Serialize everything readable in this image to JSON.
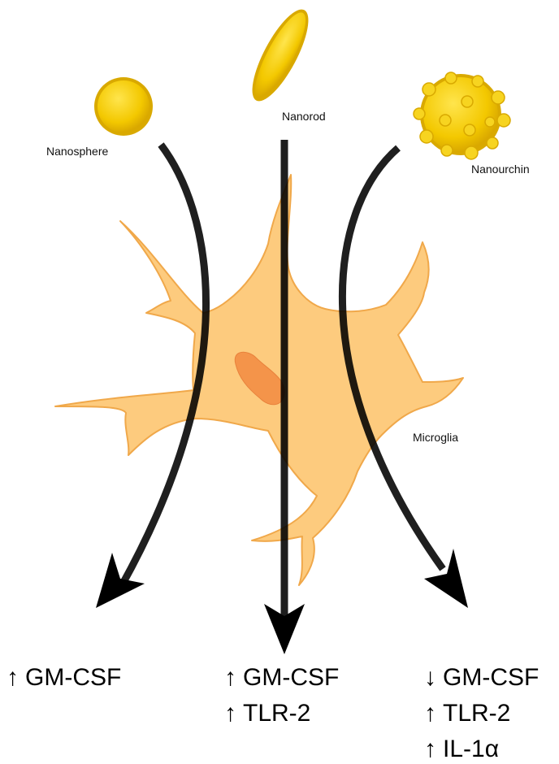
{
  "labels": {
    "nanosphere": "Nanosphere",
    "nanorod": "Nanorod",
    "nanourchin": "Nanourchin",
    "microglia": "Microglia"
  },
  "outcomes": {
    "left": [
      {
        "arrow": "↑",
        "text": "GM-CSF"
      }
    ],
    "middle": [
      {
        "arrow": "↑",
        "text": "GM-CSF"
      },
      {
        "arrow": "↑",
        "text": "TLR-2"
      }
    ],
    "right": [
      {
        "arrow": "↓",
        "text": "GM-CSF"
      },
      {
        "arrow": "↑",
        "text": "TLR-2"
      },
      {
        "arrow": "↑",
        "text": "IL-1α"
      }
    ]
  },
  "colors": {
    "particle": "#F2C500",
    "particle_highlight": "#FFE24A",
    "cell": "#FDCB7E",
    "cell_edge": "#F0A84A",
    "nucleus": "#F4944A",
    "arrow": "#000000"
  }
}
